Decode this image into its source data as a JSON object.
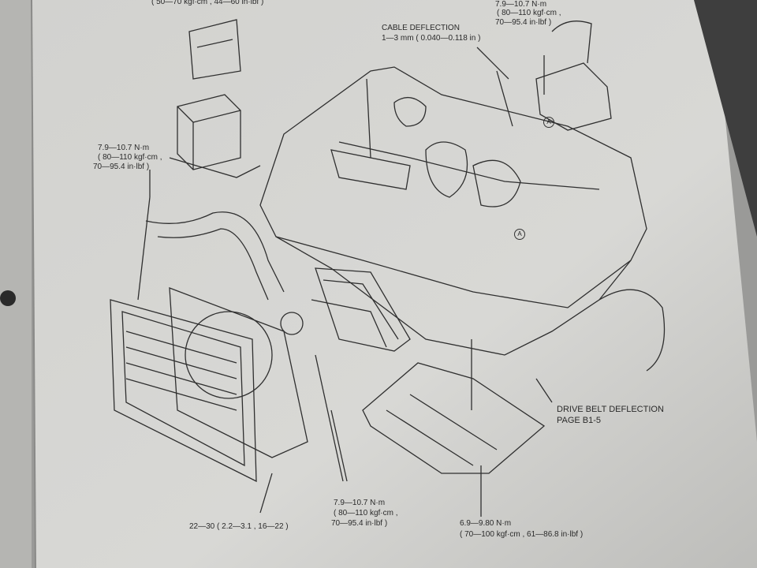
{
  "labels": {
    "battery_bracket_torque": "( 50—70 kgf·cm , 44—60 in·lbf )",
    "cable_deflection_title": "CABLE DEFLECTION",
    "cable_deflection_value": "1—3 mm ( 0.040—0.118 in )",
    "air_cleaner_torque": [
      "7.9—10.7 N·m",
      "( 80—110 kgf·cm ,",
      "70—95.4 in·lbf )"
    ],
    "hose_bolt_torque": [
      "7.9—10.7 N·m",
      "( 80—110 kgf·cm ,",
      "70—95.4 in·lbf )"
    ],
    "drive_belt_deflection": [
      "DRIVE BELT DEFLECTION",
      "PAGE B1-5"
    ],
    "radiator_bolt_torque": "22—30 ( 2.2—3.1 , 16—22 )",
    "fan_bolt_torque": [
      "7.9—10.7 N·m",
      "( 80—110 kgf·cm ,",
      "70—95.4 in·lbf )"
    ],
    "undercover_torque": [
      "6.9—9.80 N·m",
      "( 70—100 kgf·cm , 61—86.8 in·lbf )"
    ],
    "reference_marks": [
      "A",
      "A"
    ]
  },
  "colors": {
    "paper": "#d6d6d3",
    "ink": "#2a2a2a",
    "binder": "#8c8c8a"
  }
}
